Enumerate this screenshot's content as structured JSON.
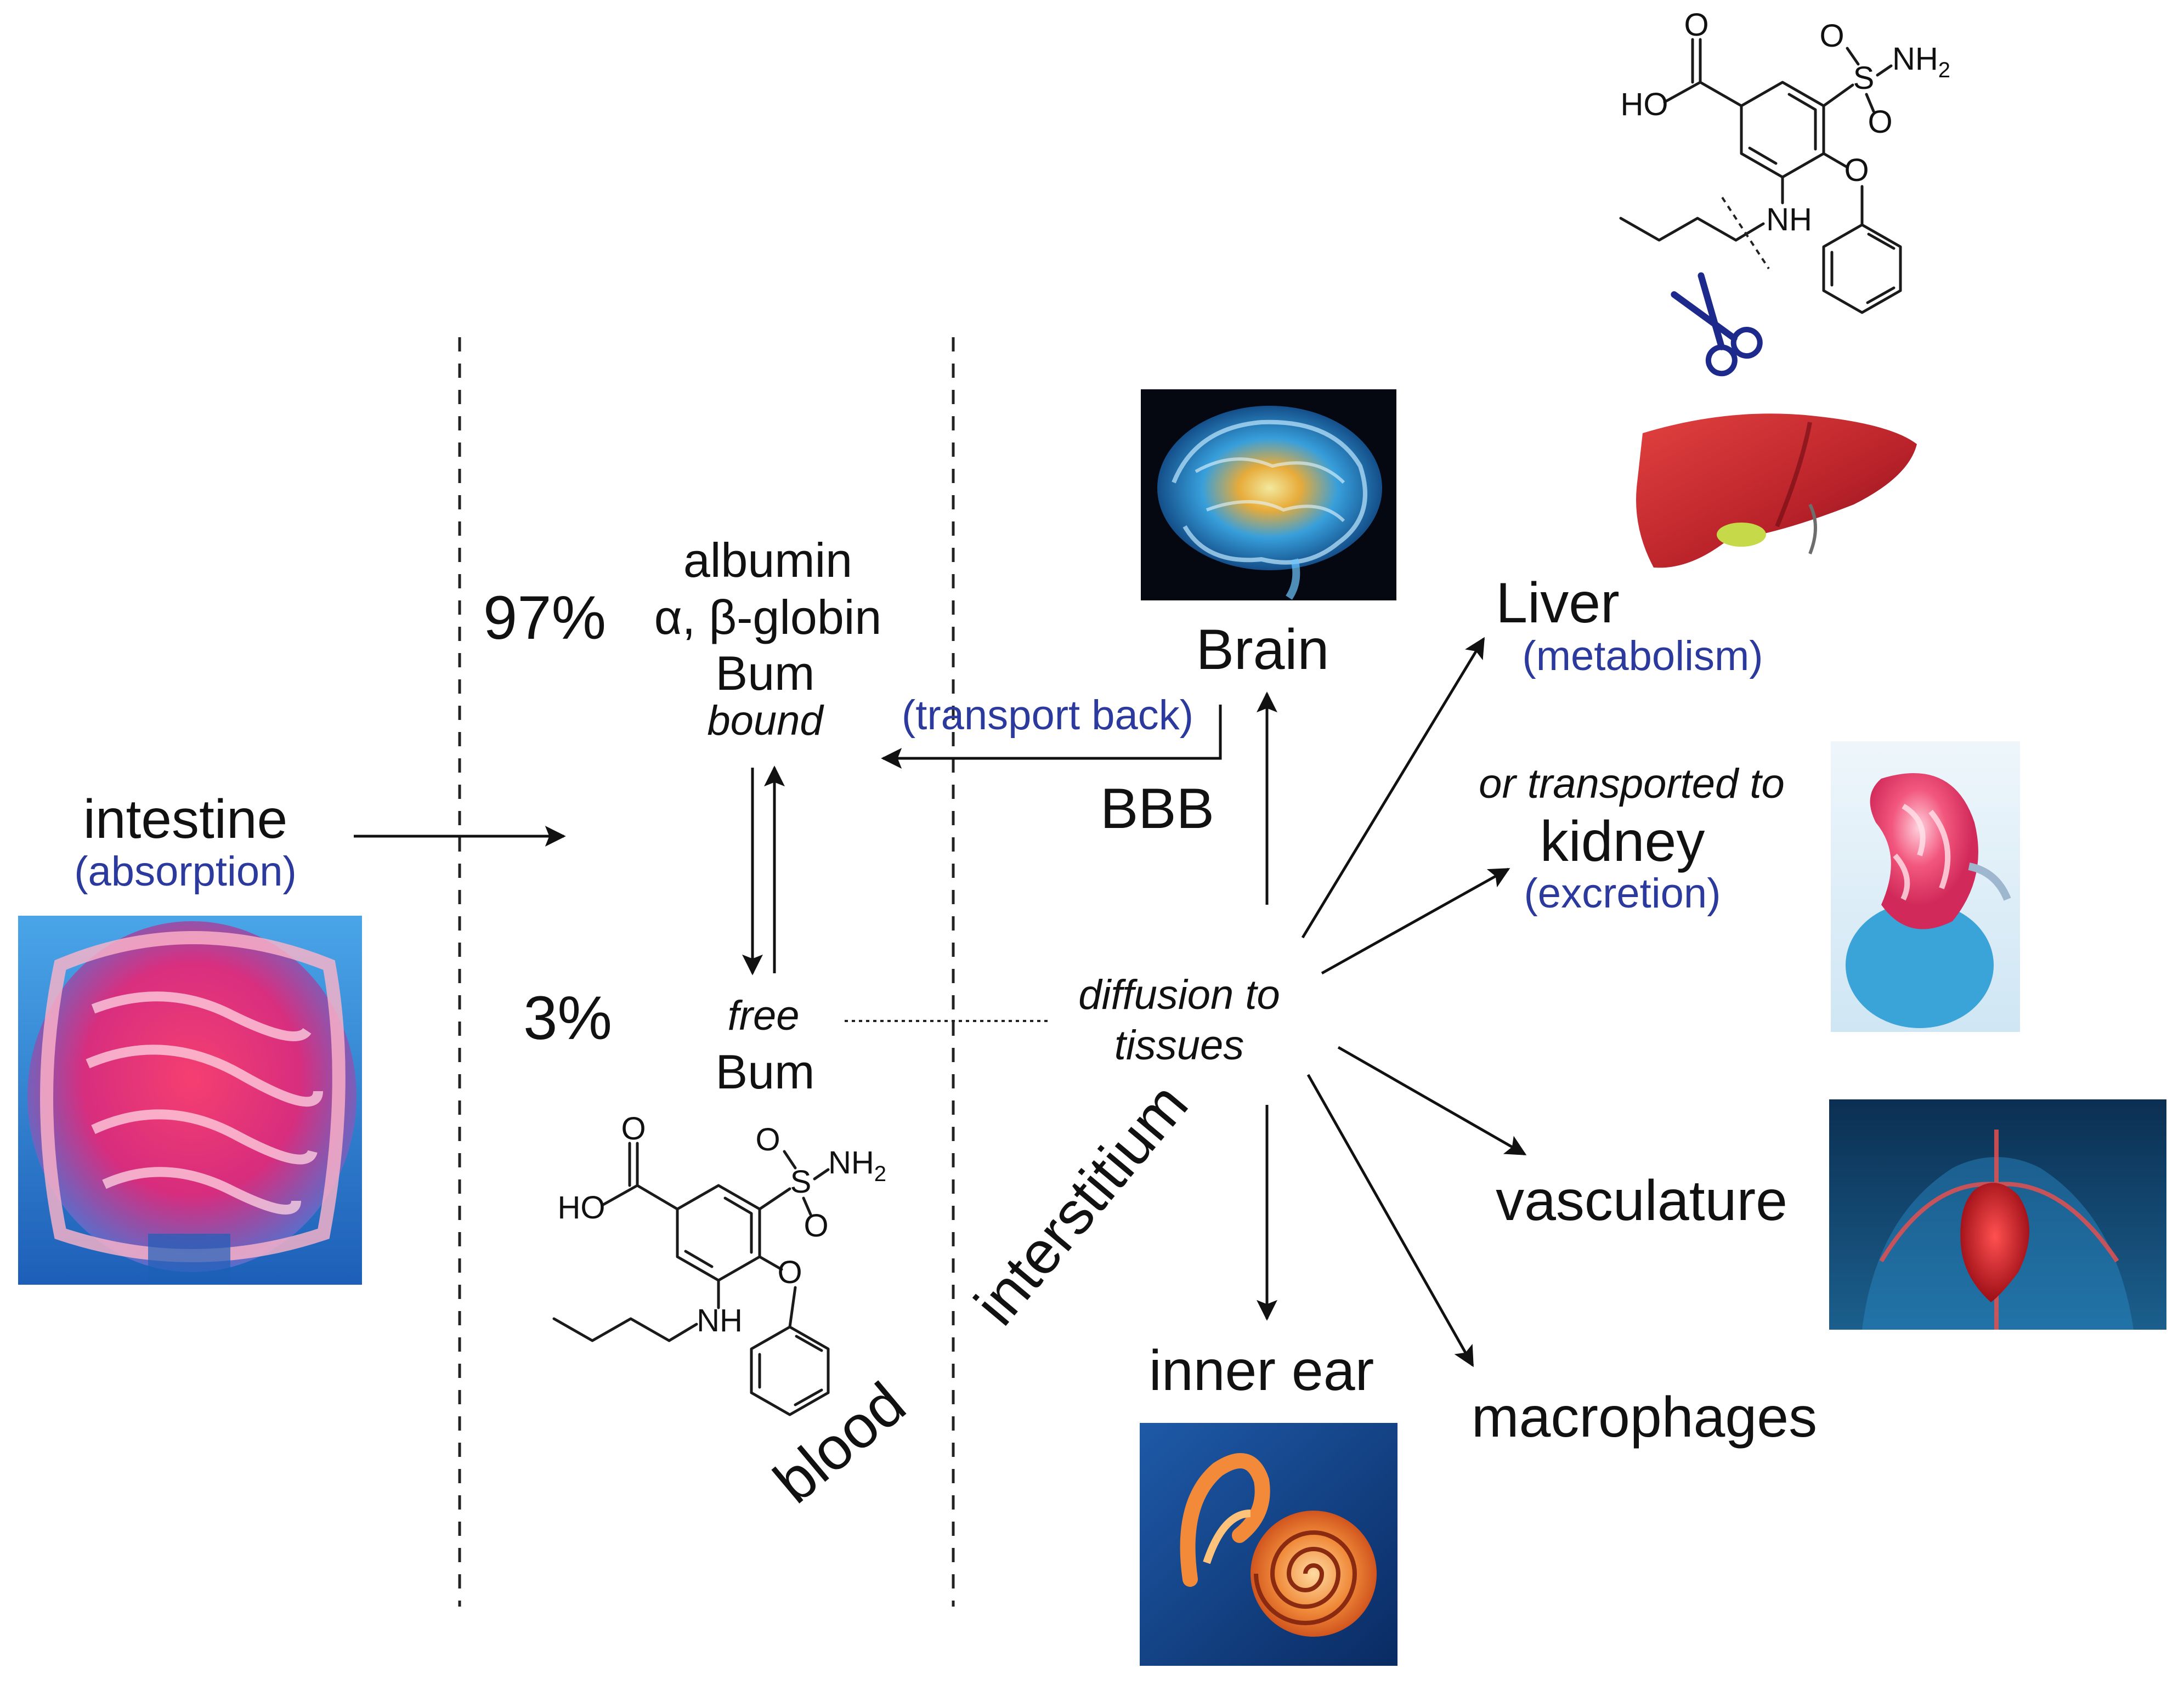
{
  "labels": {
    "intestine": "intestine",
    "absorption": "(absorption)",
    "pct_bound": "97%",
    "albumin": "albumin",
    "globin": "α, β-globin",
    "bum_bound": "Bum",
    "bound": "bound",
    "pct_free": "3%",
    "free": "free",
    "bum_free": "Bum",
    "blood": "blood",
    "interstitium": "interstitium",
    "transport_back": "(transport back)",
    "bbb": "BBB",
    "brain": "Brain",
    "diffusion_line1": "diffusion to",
    "diffusion_line2": "tissues",
    "liver": "Liver",
    "metabolism": "(metabolism)",
    "or_transported": "or transported to",
    "kidney": "kidney",
    "excretion": "(excretion)",
    "vasculature": "vasculature",
    "inner_ear": "inner ear",
    "macrophages": "macrophages"
  },
  "chem": {
    "o": "O",
    "ho": "HO",
    "s": "S",
    "nh2": "NH",
    "nh2_sub": "2",
    "nh": "NH"
  },
  "colors": {
    "annotation_blue": "#2b3a9c",
    "text": "#111111"
  },
  "icons": {
    "scissors": "scissors-icon"
  }
}
